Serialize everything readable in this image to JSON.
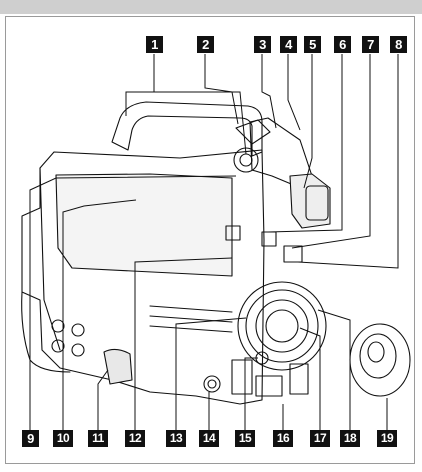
{
  "callouts": [
    {
      "id": "c1",
      "label": "1"
    },
    {
      "id": "c2",
      "label": "2"
    },
    {
      "id": "c3",
      "label": "3"
    },
    {
      "id": "c4",
      "label": "4"
    },
    {
      "id": "c5",
      "label": "5"
    },
    {
      "id": "c6",
      "label": "6"
    },
    {
      "id": "c7",
      "label": "7"
    },
    {
      "id": "c8",
      "label": "8"
    },
    {
      "id": "c9",
      "label": "9"
    },
    {
      "id": "c10",
      "label": "10"
    },
    {
      "id": "c11",
      "label": "11"
    },
    {
      "id": "c12",
      "label": "12"
    },
    {
      "id": "c13",
      "label": "13"
    },
    {
      "id": "c14",
      "label": "14"
    },
    {
      "id": "c15",
      "label": "15"
    },
    {
      "id": "c16",
      "label": "16"
    },
    {
      "id": "c17",
      "label": "17"
    },
    {
      "id": "c18",
      "label": "18"
    },
    {
      "id": "c19",
      "label": "19"
    }
  ],
  "colors": {
    "line": "#111111",
    "callout_bg": "#111111",
    "header_bar": "#cfcfcf"
  }
}
